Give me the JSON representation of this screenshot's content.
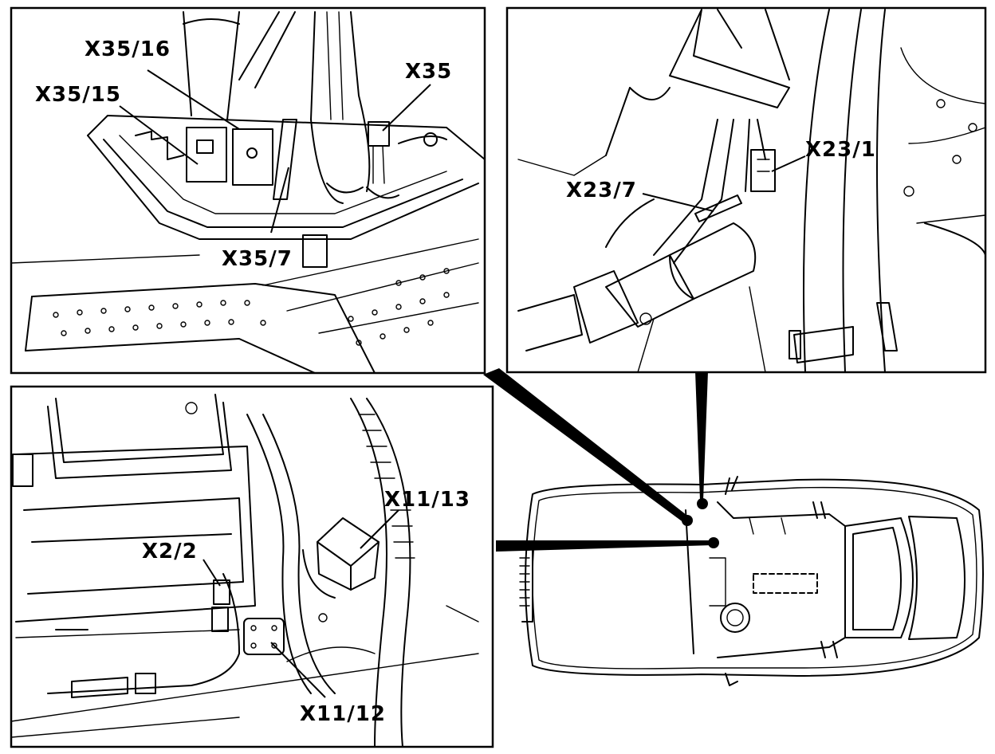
{
  "labels": {
    "x35_16": "X35/16",
    "x35_15": "X35/15",
    "x35": "X35",
    "x35_7": "X35/7",
    "x23_1": "X23/1",
    "x23_7": "X23/7",
    "x11_13": "X11/13",
    "x2_2": "X2/2",
    "x11_12": "X11/12"
  }
}
